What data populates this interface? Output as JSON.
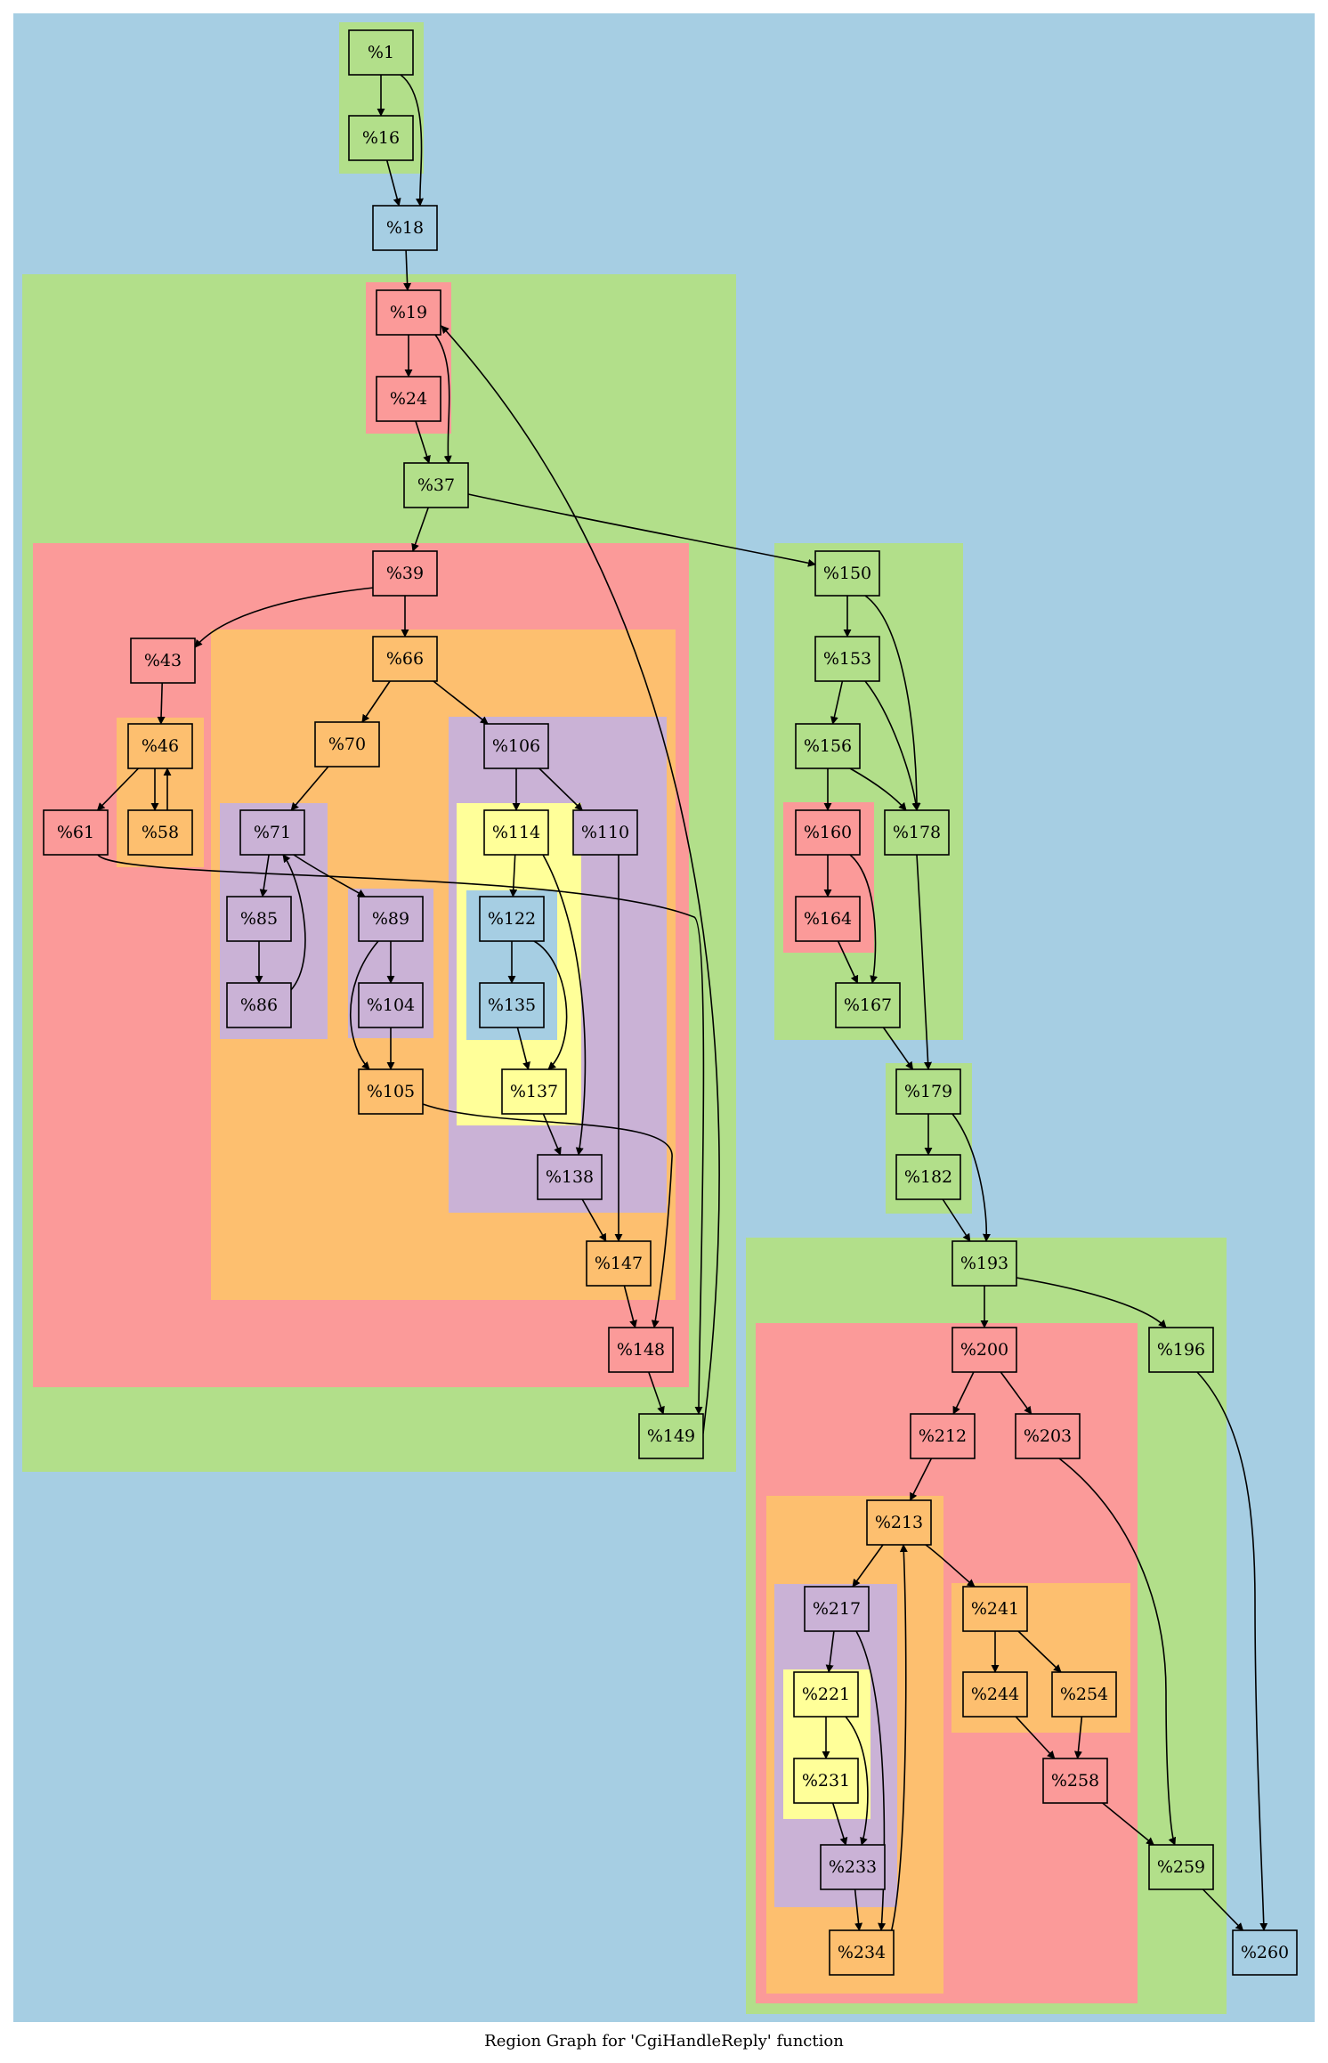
{
  "title": "Region Graph for 'CgiHandleReply' function",
  "colors": {
    "blue": "#a6cee3",
    "green": "#b2df8a",
    "red": "#fb9a99",
    "orange": "#fdbf6f",
    "purple": "#cab2d6",
    "yellow": "#ffff99"
  },
  "nodes": [
    {
      "id": "n1",
      "label": "%1",
      "color": "green"
    },
    {
      "id": "n16",
      "label": "%16",
      "color": "green"
    },
    {
      "id": "n18",
      "label": "%18",
      "color": "blue"
    },
    {
      "id": "n19",
      "label": "%19",
      "color": "red"
    },
    {
      "id": "n24",
      "label": "%24",
      "color": "red"
    },
    {
      "id": "n37",
      "label": "%37",
      "color": "green"
    },
    {
      "id": "n39",
      "label": "%39",
      "color": "red"
    },
    {
      "id": "n43",
      "label": "%43",
      "color": "red"
    },
    {
      "id": "n46",
      "label": "%46",
      "color": "orange"
    },
    {
      "id": "n58",
      "label": "%58",
      "color": "orange"
    },
    {
      "id": "n61",
      "label": "%61",
      "color": "red"
    },
    {
      "id": "n66",
      "label": "%66",
      "color": "orange"
    },
    {
      "id": "n70",
      "label": "%70",
      "color": "orange"
    },
    {
      "id": "n71",
      "label": "%71",
      "color": "purple"
    },
    {
      "id": "n85",
      "label": "%85",
      "color": "purple"
    },
    {
      "id": "n86",
      "label": "%86",
      "color": "purple"
    },
    {
      "id": "n89",
      "label": "%89",
      "color": "purple"
    },
    {
      "id": "n104",
      "label": "%104",
      "color": "purple"
    },
    {
      "id": "n105",
      "label": "%105",
      "color": "orange"
    },
    {
      "id": "n106",
      "label": "%106",
      "color": "purple"
    },
    {
      "id": "n110",
      "label": "%110",
      "color": "purple"
    },
    {
      "id": "n114",
      "label": "%114",
      "color": "yellow"
    },
    {
      "id": "n122",
      "label": "%122",
      "color": "blue"
    },
    {
      "id": "n135",
      "label": "%135",
      "color": "blue"
    },
    {
      "id": "n137",
      "label": "%137",
      "color": "yellow"
    },
    {
      "id": "n138",
      "label": "%138",
      "color": "purple"
    },
    {
      "id": "n147",
      "label": "%147",
      "color": "orange"
    },
    {
      "id": "n148",
      "label": "%148",
      "color": "red"
    },
    {
      "id": "n149",
      "label": "%149",
      "color": "green"
    },
    {
      "id": "n150",
      "label": "%150",
      "color": "green"
    },
    {
      "id": "n153",
      "label": "%153",
      "color": "green"
    },
    {
      "id": "n156",
      "label": "%156",
      "color": "green"
    },
    {
      "id": "n160",
      "label": "%160",
      "color": "red"
    },
    {
      "id": "n164",
      "label": "%164",
      "color": "red"
    },
    {
      "id": "n167",
      "label": "%167",
      "color": "green"
    },
    {
      "id": "n178",
      "label": "%178",
      "color": "green"
    },
    {
      "id": "n179",
      "label": "%179",
      "color": "green"
    },
    {
      "id": "n182",
      "label": "%182",
      "color": "green"
    },
    {
      "id": "n193",
      "label": "%193",
      "color": "green"
    },
    {
      "id": "n196",
      "label": "%196",
      "color": "green"
    },
    {
      "id": "n200",
      "label": "%200",
      "color": "red"
    },
    {
      "id": "n203",
      "label": "%203",
      "color": "red"
    },
    {
      "id": "n212",
      "label": "%212",
      "color": "red"
    },
    {
      "id": "n213",
      "label": "%213",
      "color": "orange"
    },
    {
      "id": "n217",
      "label": "%217",
      "color": "purple"
    },
    {
      "id": "n221",
      "label": "%221",
      "color": "yellow"
    },
    {
      "id": "n231",
      "label": "%231",
      "color": "yellow"
    },
    {
      "id": "n233",
      "label": "%233",
      "color": "purple"
    },
    {
      "id": "n234",
      "label": "%234",
      "color": "orange"
    },
    {
      "id": "n241",
      "label": "%241",
      "color": "orange"
    },
    {
      "id": "n244",
      "label": "%244",
      "color": "orange"
    },
    {
      "id": "n254",
      "label": "%254",
      "color": "orange"
    },
    {
      "id": "n258",
      "label": "%258",
      "color": "red"
    },
    {
      "id": "n259",
      "label": "%259",
      "color": "green"
    },
    {
      "id": "n260",
      "label": "%260",
      "color": "blue"
    }
  ],
  "edges": [
    [
      "n1",
      "n16"
    ],
    [
      "n1",
      "n18"
    ],
    [
      "n16",
      "n18"
    ],
    [
      "n18",
      "n19"
    ],
    [
      "n19",
      "n24"
    ],
    [
      "n19",
      "n37"
    ],
    [
      "n24",
      "n37"
    ],
    [
      "n37",
      "n39"
    ],
    [
      "n37",
      "n150"
    ],
    [
      "n39",
      "n43"
    ],
    [
      "n39",
      "n66"
    ],
    [
      "n43",
      "n46"
    ],
    [
      "n46",
      "n58"
    ],
    [
      "n58",
      "n46"
    ],
    [
      "n46",
      "n61"
    ],
    [
      "n61",
      "n149"
    ],
    [
      "n66",
      "n70"
    ],
    [
      "n66",
      "n106"
    ],
    [
      "n70",
      "n71"
    ],
    [
      "n71",
      "n85"
    ],
    [
      "n85",
      "n86"
    ],
    [
      "n86",
      "n71"
    ],
    [
      "n71",
      "n89"
    ],
    [
      "n89",
      "n104"
    ],
    [
      "n89",
      "n105"
    ],
    [
      "n104",
      "n105"
    ],
    [
      "n105",
      "n148"
    ],
    [
      "n106",
      "n114"
    ],
    [
      "n106",
      "n110"
    ],
    [
      "n114",
      "n122"
    ],
    [
      "n114",
      "n138"
    ],
    [
      "n122",
      "n135"
    ],
    [
      "n122",
      "n137"
    ],
    [
      "n135",
      "n137"
    ],
    [
      "n137",
      "n138"
    ],
    [
      "n138",
      "n147"
    ],
    [
      "n110",
      "n147"
    ],
    [
      "n147",
      "n148"
    ],
    [
      "n148",
      "n149"
    ],
    [
      "n149",
      "n19"
    ],
    [
      "n150",
      "n153"
    ],
    [
      "n150",
      "n178"
    ],
    [
      "n153",
      "n156"
    ],
    [
      "n153",
      "n178"
    ],
    [
      "n156",
      "n160"
    ],
    [
      "n156",
      "n178"
    ],
    [
      "n160",
      "n164"
    ],
    [
      "n160",
      "n167"
    ],
    [
      "n164",
      "n167"
    ],
    [
      "n167",
      "n179"
    ],
    [
      "n178",
      "n179"
    ],
    [
      "n179",
      "n182"
    ],
    [
      "n179",
      "n193"
    ],
    [
      "n182",
      "n193"
    ],
    [
      "n193",
      "n200"
    ],
    [
      "n193",
      "n196"
    ],
    [
      "n196",
      "n260"
    ],
    [
      "n200",
      "n212"
    ],
    [
      "n200",
      "n203"
    ],
    [
      "n203",
      "n259"
    ],
    [
      "n212",
      "n213"
    ],
    [
      "n213",
      "n217"
    ],
    [
      "n213",
      "n241"
    ],
    [
      "n217",
      "n221"
    ],
    [
      "n217",
      "n234"
    ],
    [
      "n221",
      "n231"
    ],
    [
      "n221",
      "n233"
    ],
    [
      "n231",
      "n233"
    ],
    [
      "n233",
      "n234"
    ],
    [
      "n234",
      "n213"
    ],
    [
      "n241",
      "n244"
    ],
    [
      "n241",
      "n254"
    ],
    [
      "n244",
      "n258"
    ],
    [
      "n254",
      "n258"
    ],
    [
      "n258",
      "n259"
    ],
    [
      "n259",
      "n260"
    ]
  ],
  "regions": [
    {
      "id": "r-outer",
      "color": "blue"
    },
    {
      "id": "r-top",
      "color": "green"
    },
    {
      "id": "r-loop19",
      "color": "green"
    },
    {
      "id": "r-19",
      "color": "red"
    },
    {
      "id": "r-39",
      "color": "red"
    },
    {
      "id": "r-46",
      "color": "orange"
    },
    {
      "id": "r-66",
      "color": "orange"
    },
    {
      "id": "r-71",
      "color": "purple"
    },
    {
      "id": "r-89",
      "color": "purple"
    },
    {
      "id": "r-106",
      "color": "purple"
    },
    {
      "id": "r-114",
      "color": "yellow"
    },
    {
      "id": "r-122",
      "color": "blue"
    },
    {
      "id": "r-150",
      "color": "green"
    },
    {
      "id": "r-160",
      "color": "red"
    },
    {
      "id": "r-179",
      "color": "green"
    },
    {
      "id": "r-193",
      "color": "green"
    },
    {
      "id": "r-200",
      "color": "red"
    },
    {
      "id": "r-213",
      "color": "orange"
    },
    {
      "id": "r-217",
      "color": "purple"
    },
    {
      "id": "r-221",
      "color": "yellow"
    },
    {
      "id": "r-241",
      "color": "orange"
    }
  ]
}
